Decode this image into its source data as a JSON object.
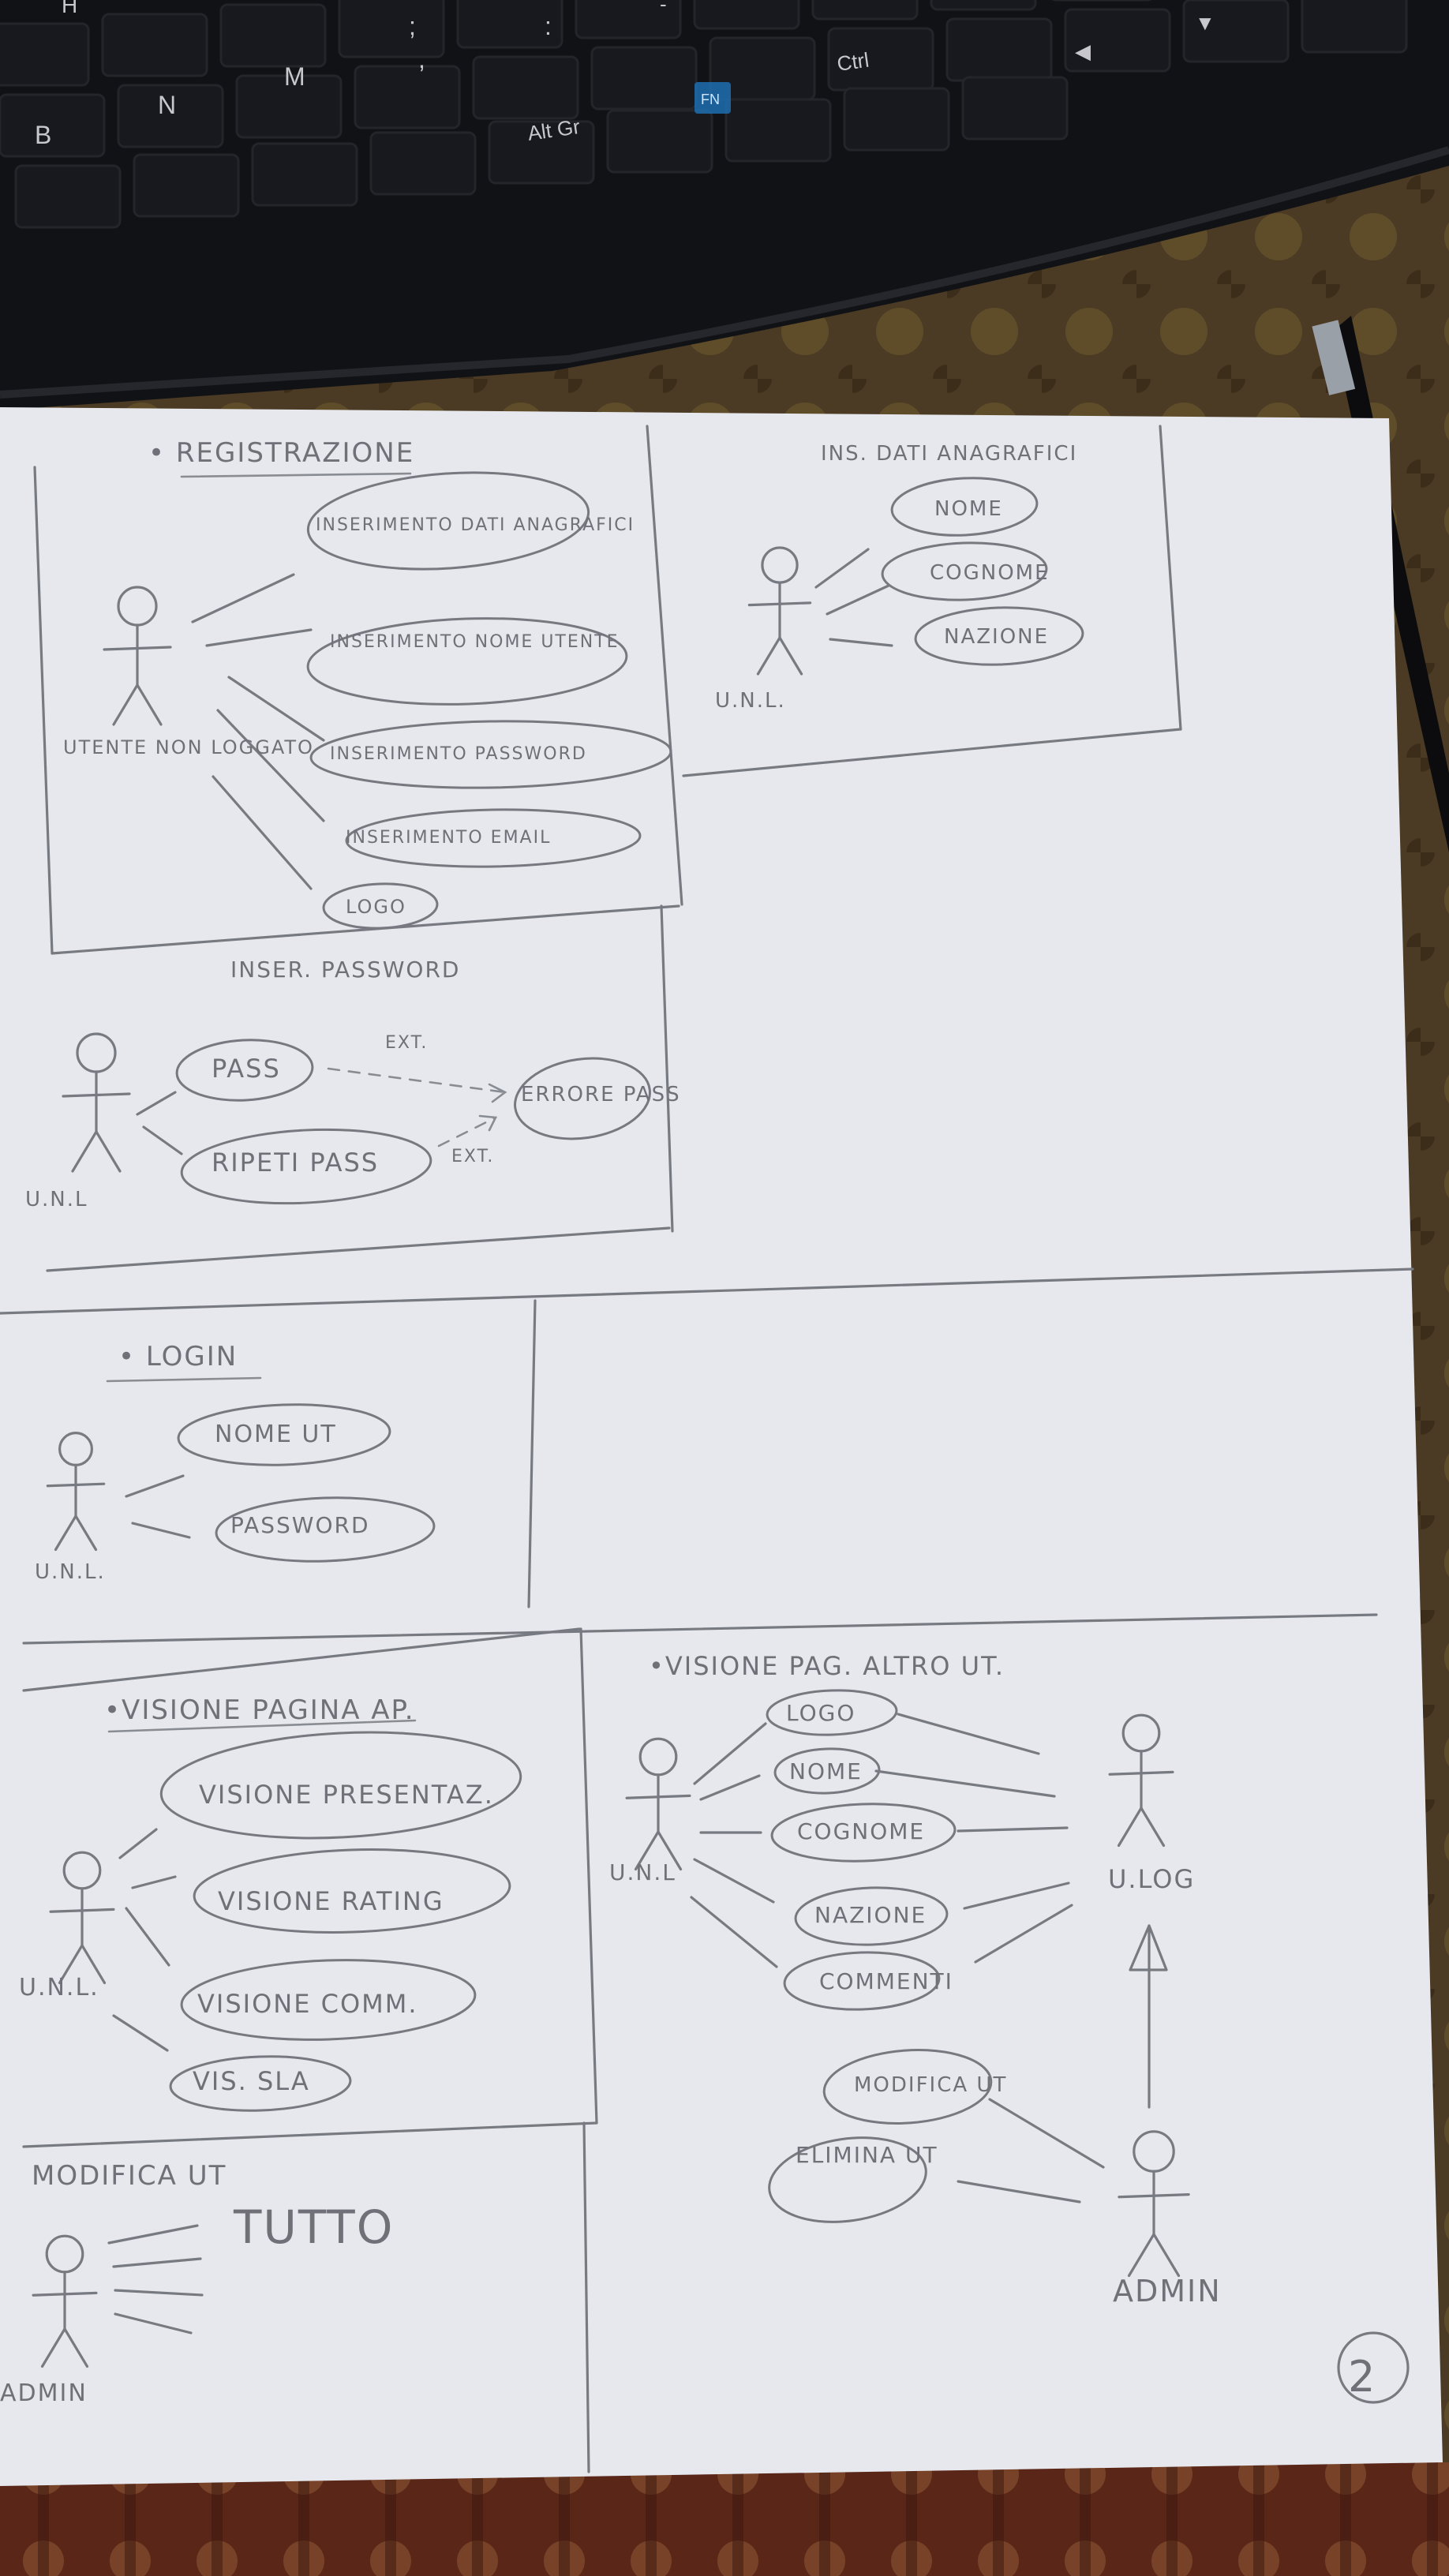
{
  "keyboard": {
    "keys": [
      "H",
      "B",
      "N",
      "M",
      ";",
      ":",
      ",",
      "Alt Gr",
      "FN",
      "Ctrl",
      "◀",
      "▼",
      "-"
    ]
  },
  "colors": {
    "paper": "#e7e9ee",
    "pencil": "#73757d",
    "keyboard": "#121317",
    "tablecloth": "#4a3a22"
  },
  "diagrams": {
    "registrazione": {
      "title": "• REGISTRAZIONE",
      "actor": "UTENTE NON LOGGATO",
      "use_cases": [
        "INSERIMENTO DATI ANAGRAFICI",
        "INSERIMENTO NOME UTENTE",
        "INSERIMENTO PASSWORD",
        "INSERIMENTO EMAIL",
        "LOGO"
      ]
    },
    "dati_anagrafici": {
      "title": "INS. DATI ANAGRAFICI",
      "actor": "U.N.L.",
      "use_cases": [
        "NOME",
        "COGNOME",
        "NAZIONE"
      ]
    },
    "inser_password": {
      "title": "INSER. PASSWORD",
      "actor": "U.N.L",
      "use_cases": [
        "PASS",
        "RIPETI PASS",
        "ERRORE PASS"
      ],
      "extend_labels": [
        "EXT.",
        "EXT."
      ]
    },
    "login": {
      "title": "• LOGIN",
      "actor": "U.N.L.",
      "use_cases": [
        "NOME UT",
        "PASSWORD"
      ]
    },
    "visione_pagina": {
      "title": "•VISIONE PAGINA AP.",
      "actor": "U.N.L.",
      "use_cases": [
        "VISIONE PRESENTAZ.",
        "VISIONE RATING",
        "VISIONE COMM.",
        "VIS. SLA"
      ]
    },
    "visione_altro": {
      "title": "•VISIONE PAG. ALTRO UT.",
      "actor_left": "U.N.L",
      "actor_right": "U.LOG",
      "actor_admin": "ADMIN",
      "use_cases": [
        "LOGO",
        "NOME",
        "COGNOME",
        "NAZIONE",
        "COMMENTI"
      ],
      "admin_cases": [
        "MODIFICA UT",
        "ELIMINA UT"
      ]
    },
    "modifica": {
      "title": "MODIFICA UT",
      "actor": "ADMIN",
      "note": "TUTTO"
    }
  },
  "page_number": "2"
}
